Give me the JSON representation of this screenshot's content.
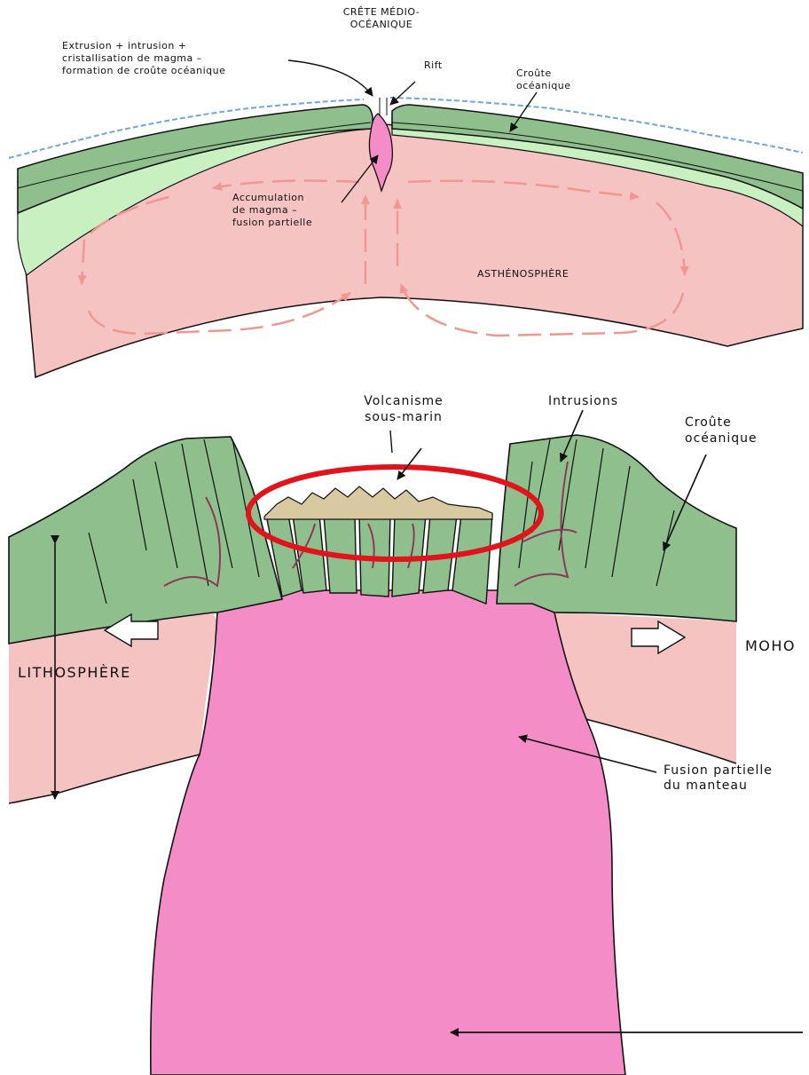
{
  "colors": {
    "crust": "#8fbf8c",
    "crust_light": "#c9f0c0",
    "mantle": "#f6c3c3",
    "magma": "#f48cc7",
    "arrow": "#f0978f",
    "ellipse": "#e0141a",
    "sea": "#6fa8d8",
    "sediment": "#d8c9a0"
  },
  "top": {
    "ridge_title_1": "CRÊTE MÉDIO-",
    "ridge_title_2": "OCÉANIQUE",
    "extrusion_1": "Extrusion + intrusion +",
    "extrusion_2": "cristallisation de magma –",
    "extrusion_3": "formation de croûte océanique",
    "rift": "Rift",
    "crust_1": "Croûte",
    "crust_2": "océanique",
    "accum_1": "Accumulation",
    "accum_2": "de magma –",
    "accum_3": "fusion partielle",
    "astheno": "ASTHÉNOSPHÈRE"
  },
  "bottom": {
    "volc_1": "Volcanisme",
    "volc_2": "sous-marin",
    "intrusions": "Intrusions",
    "crust_1": "Croûte",
    "crust_2": "océanique",
    "moho": "MOHO",
    "litho": "LITHOSPHÈRE",
    "fusion_1": "Fusion partielle",
    "fusion_2": "du manteau"
  }
}
